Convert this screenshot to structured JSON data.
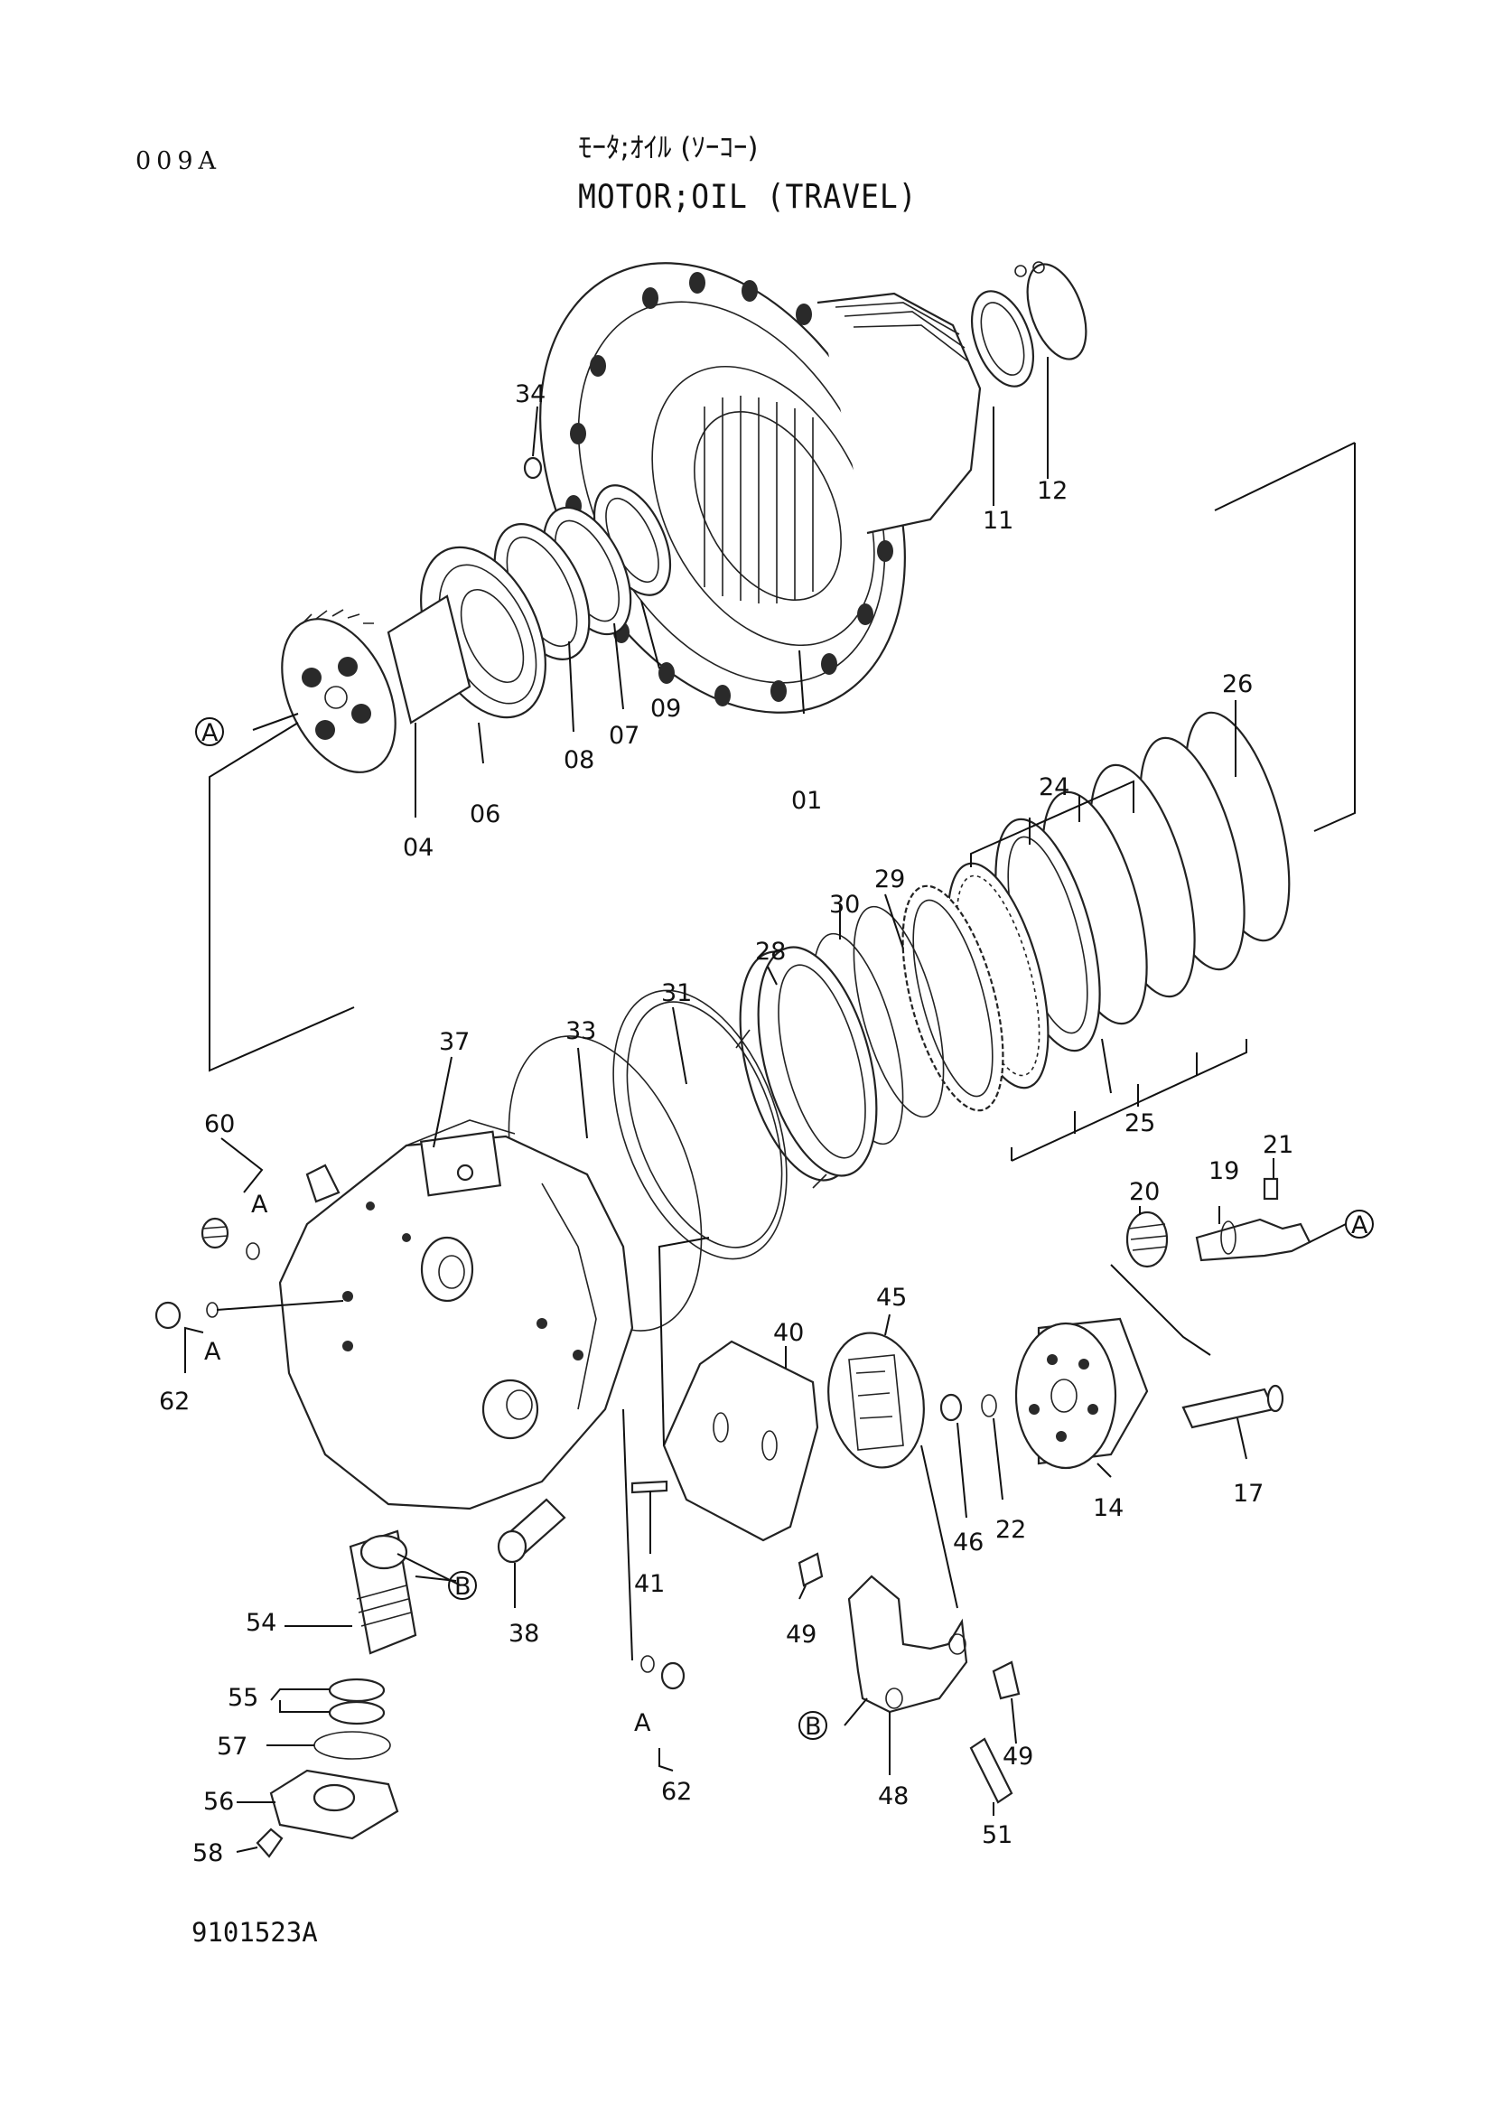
{
  "header": {
    "page_code": "009A",
    "title_jp": "ﾓｰﾀ;ｵｲﾙ (ｿｰｺｰ)",
    "title_en": "MOTOR;OIL (TRAVEL)"
  },
  "drawing_number": "9101523A",
  "callouts": {
    "p01": "01",
    "p04": "04",
    "p06": "06",
    "p07": "07",
    "p08": "08",
    "p09": "09",
    "p11": "11",
    "p12": "12",
    "p14": "14",
    "p17": "17",
    "p19": "19",
    "p20": "20",
    "p21": "21",
    "p22": "22",
    "p24": "24",
    "p25": "25",
    "p26": "26",
    "p28": "28",
    "p29": "29",
    "p30": "30",
    "p31": "31",
    "p33": "33",
    "p34": "34",
    "p37": "37",
    "p38": "38",
    "p40": "40",
    "p41": "41",
    "p45": "45",
    "p46": "46",
    "p48": "48",
    "p49a": "49",
    "p49b": "49",
    "p51": "51",
    "p54": "54",
    "p55": "55",
    "p56": "56",
    "p57": "57",
    "p58": "58",
    "p60": "60",
    "p62a": "62",
    "p62b": "62"
  },
  "refs": {
    "a_circle_1": "A",
    "a_circle_2": "A",
    "b_circle_1": "B",
    "b_circle_2": "B",
    "a_note_1": "A",
    "a_note_2": "A",
    "a_note_3": "A"
  }
}
